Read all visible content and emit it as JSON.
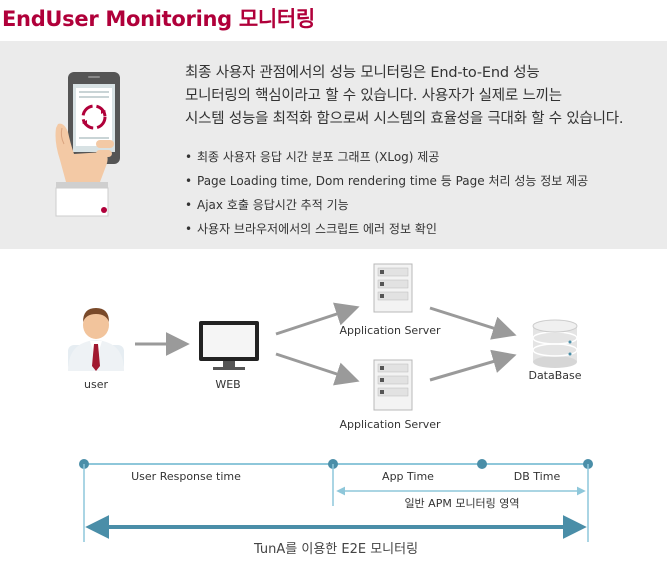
{
  "title": "EndUser Monitoring 모니터링",
  "intro": {
    "lines": [
      "최종 사용자 관점에서의 성능 모니터링은 End-to-End 성능",
      "모니터링의 핵심이라고 할 수 있습니다. 사용자가 실제로 느끼는",
      "시스템 성능을 최적화 함으로써 시스템의 효율성을 극대화 할 수 있습니다."
    ]
  },
  "features": [
    "최종 사용자 응답 시간 분포 그래프 (XLog) 제공",
    "Page Loading time, Dom rendering time 등 Page 처리  성능 정보 제공",
    "Ajax 호출 응답시간 추적 기능",
    "사용자 브라우저에서의 스크립트 에러 정보 확인"
  ],
  "diagram": {
    "nodes": {
      "user": "user",
      "web": "WEB",
      "app_server_1": "Application  Server",
      "app_server_2": "Application  Server",
      "database": "DataBase"
    },
    "timeline": {
      "user_response_time": "User Response time",
      "app_time": "App Time",
      "db_time": "DB Time",
      "apm_area": "일반 APM 모니터링 영역",
      "e2e": "TunA를 이용한 E2E 모니터링"
    }
  },
  "colors": {
    "title": "#b0003a",
    "panel": "#ebebeb",
    "timeline": "#4a8ea8",
    "timeline_light": "#b9dce8",
    "arrow": "#9a9a9a",
    "tie": "#a0182f"
  }
}
